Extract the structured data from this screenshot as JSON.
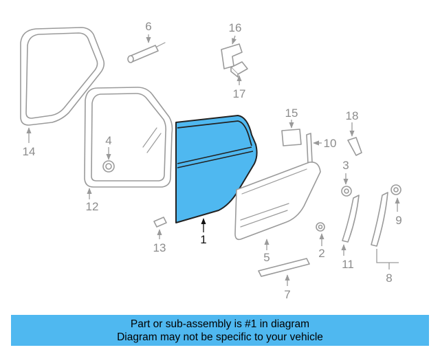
{
  "colors": {
    "highlight_fill": "#4fb8f0",
    "banner_bg": "#4fb8f0",
    "part_stroke": "#9a9a9a",
    "label_gray": "#8c8c8c",
    "label_highlight": "#111111"
  },
  "callouts": {
    "c1": "1",
    "c2": "2",
    "c3": "3",
    "c4": "4",
    "c5": "5",
    "c6": "6",
    "c7": "7",
    "c8": "8",
    "c9": "9",
    "c10": "10",
    "c11": "11",
    "c12": "12",
    "c13": "13",
    "c14": "14",
    "c15": "15",
    "c16": "16",
    "c17": "17",
    "c18": "18"
  },
  "highlighted_part": "1",
  "footer": {
    "line1": "Part or sub-assembly is #1 in diagram",
    "line2": "Diagram may not be specific to your vehicle"
  }
}
